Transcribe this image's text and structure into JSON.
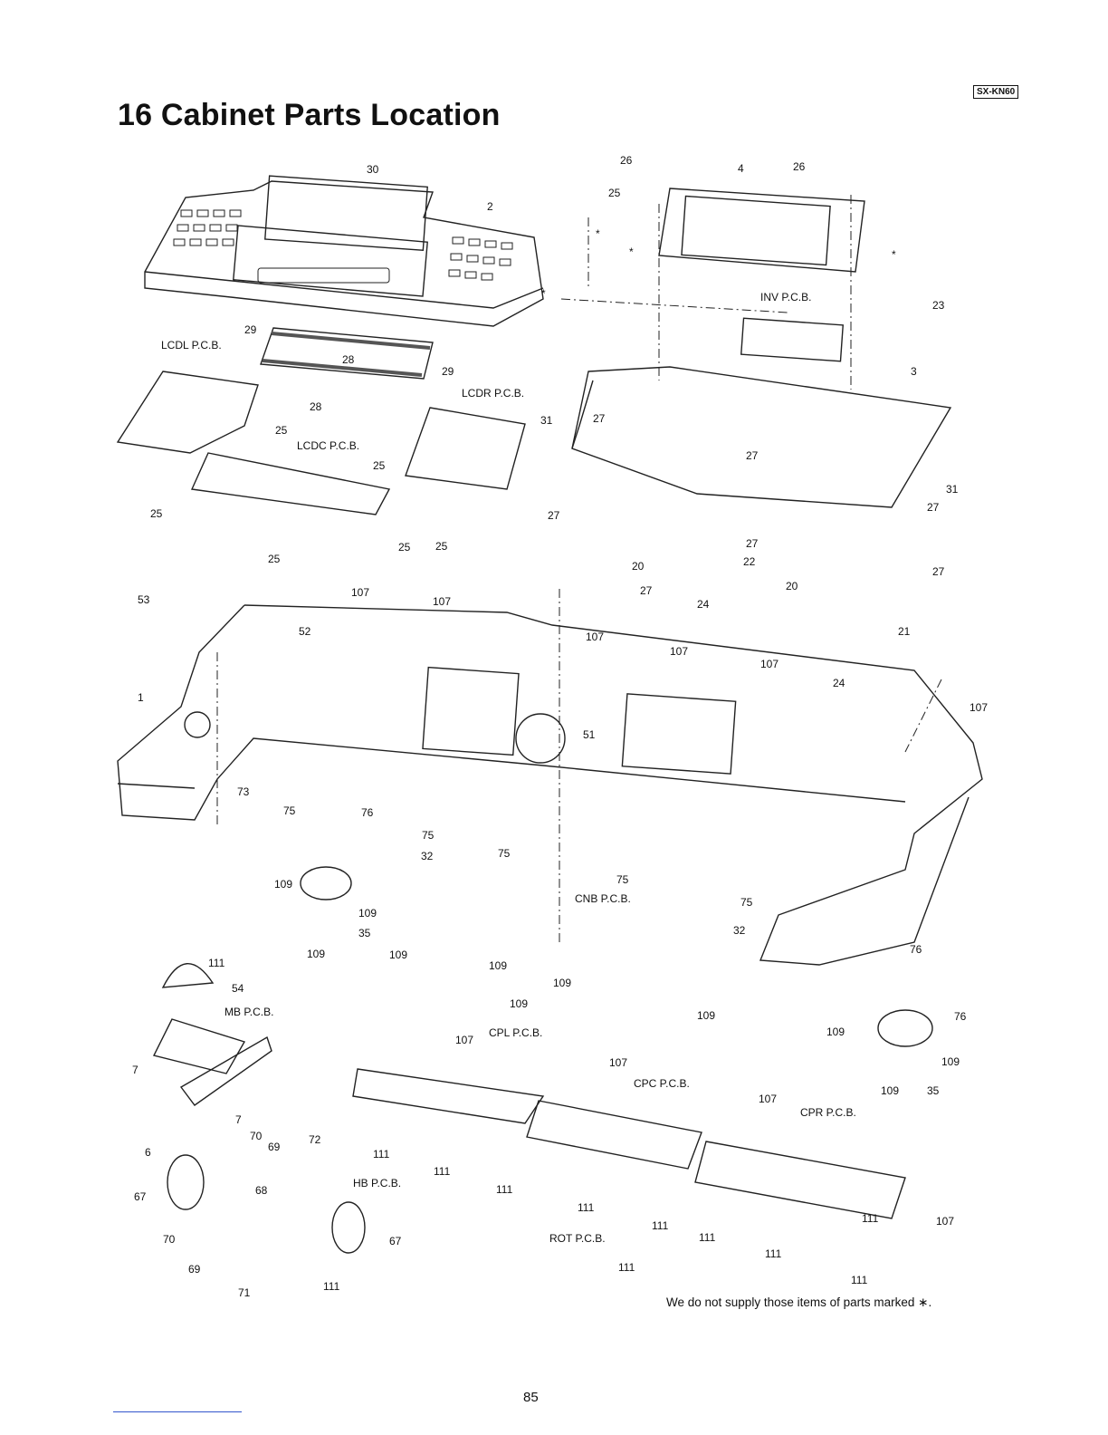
{
  "header": {
    "model_tag": "SX-KN60",
    "title": "16 Cabinet Parts Location"
  },
  "labels": {
    "l30": "30",
    "l2": "2",
    "l26a": "26",
    "l4": "4",
    "l26b": "26",
    "l25a": "25",
    "star_top1": "*",
    "star_top2": "*",
    "star_top3": "*",
    "star_top4": "*",
    "inv_pcb": "INV P.C.B.",
    "l23": "23",
    "l3": "3",
    "lcdl_pcb": "LCDL P.C.B.",
    "l29a": "29",
    "l28a": "28",
    "l29b": "29",
    "l28b": "28",
    "lcdr_pcb": "LCDR P.C.B.",
    "l25b": "25",
    "lcdc_pcb": "LCDC P.C.B.",
    "l25c": "25",
    "l25d": "25",
    "l25e": "25",
    "l25f": "25",
    "l25g": "25",
    "l31a": "31",
    "l27a": "27",
    "l27b": "27",
    "l31b": "31",
    "l27c": "27",
    "l27d": "27",
    "l27e": "27",
    "l27f": "27",
    "l27g": "27",
    "l20a": "20",
    "l22": "22",
    "l20b": "20",
    "l21": "21",
    "l24a": "24",
    "l24b": "24",
    "l107a": "107",
    "l107b": "107",
    "l107c": "107",
    "l107d": "107",
    "l107e": "107",
    "l107f": "107",
    "l53": "53",
    "l52": "52",
    "l1": "1",
    "l51": "51",
    "l73": "73",
    "l75a": "75",
    "l76a": "76",
    "l75b": "75",
    "l32a": "32",
    "l75c": "75",
    "l75d": "75",
    "l75e": "75",
    "l109a": "109",
    "l109b": "109",
    "l35a": "35",
    "l109c": "109",
    "l109d": "109",
    "cnb_pcb": "CNB P.C.B.",
    "l32b": "32",
    "l111a": "111",
    "l109e": "109",
    "l109f": "109",
    "l109g": "109",
    "l109h": "109",
    "l54": "54",
    "mb_pcb": "MB P.C.B.",
    "l7a": "7",
    "l7b": "7",
    "l6": "6",
    "l76b": "76",
    "l76c": "76",
    "l109i": "109",
    "l109j": "109",
    "l109k": "109",
    "l35b": "35",
    "cpl_pcb": "CPL P.C.B.",
    "l107g": "107",
    "l107h": "107",
    "cpc_pcb": "CPC P.C.B.",
    "l107i": "107",
    "cpr_pcb": "CPR P.C.B.",
    "l107j": "107",
    "l70a": "70",
    "l69a": "69",
    "l72": "72",
    "l68": "68",
    "l67a": "67",
    "hb_pcb": "HB P.C.B.",
    "l67b": "67",
    "l70b": "70",
    "l69b": "69",
    "l71": "71",
    "l111b": "111",
    "l111c": "111",
    "l111d": "111",
    "l111e": "111",
    "l111f": "111",
    "rot_pcb": "ROT P.C.B.",
    "l111g": "111",
    "l111h": "111",
    "l111i": "111",
    "l111j": "111",
    "l111k": "111",
    "l111l": "111"
  },
  "footer": {
    "note": "We do not supply those items of parts marked ∗.",
    "page_number": "85"
  }
}
